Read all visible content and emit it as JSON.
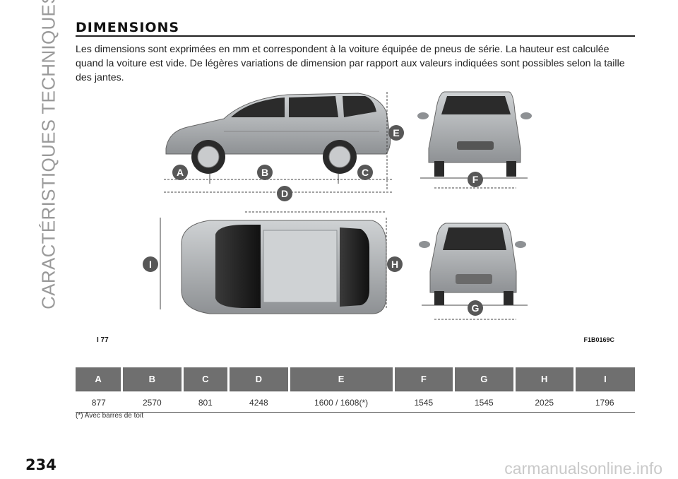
{
  "chapter": {
    "side_title": "CARACTÉRISTIQUES TECHNIQUES"
  },
  "section": {
    "title": "DIMENSIONS",
    "intro": "Les dimensions sont exprimées en mm et correspondent à la voiture équipée de pneus de série. La hauteur est calculée quand la voiture est vide. De légères variations de dimension par rapport aux valeurs indiquées sont possibles selon la taille des jantes."
  },
  "figure": {
    "ref_left": "I 77",
    "ref_right": "F1B0169C",
    "markers": [
      "A",
      "B",
      "C",
      "D",
      "E",
      "F",
      "G",
      "H",
      "I"
    ]
  },
  "table": {
    "headers": [
      "A",
      "B",
      "C",
      "D",
      "E",
      "F",
      "G",
      "H",
      "I"
    ],
    "values": [
      "877",
      "2570",
      "801",
      "4248",
      "1600 / 1608",
      "1545",
      "1545",
      "2025",
      "1796"
    ],
    "e_suffix": "(*)"
  },
  "footnote": "(*) Avec barres de toit",
  "page_number": "234",
  "watermark": "carmanualsonline.info",
  "colors": {
    "marker_bg": "#575757",
    "header_bg": "#6f6f6f",
    "car_body": "#b9bcbf"
  }
}
